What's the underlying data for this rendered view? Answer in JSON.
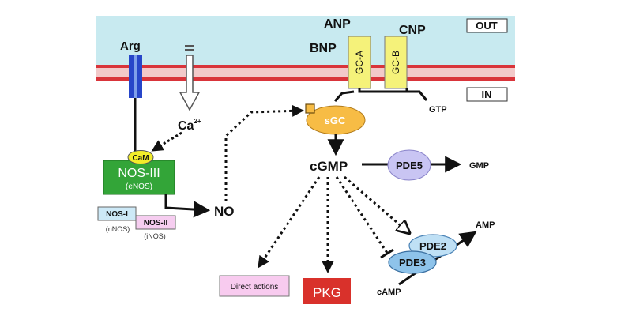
{
  "compartments": {
    "outside": "OUT",
    "inside": "IN"
  },
  "ligands": {
    "anp": "ANP",
    "bnp": "BNP",
    "cnp": "CNP",
    "arg": "Arg"
  },
  "receptors": {
    "gc_a": "GC-A",
    "gc_b": "GC-B"
  },
  "enzymes": {
    "sgc": "sGC",
    "nos3": "NOS-III",
    "nos3_sub": "(eNOS)",
    "cam": "CaM",
    "nos1": "NOS-I",
    "nos1_sub": "(nNOS)",
    "nos2": "NOS-II",
    "nos2_sub": "(iNOS)",
    "pde5": "PDE5",
    "pde2": "PDE2",
    "pde3": "PDE3"
  },
  "molecules": {
    "calcium": "Ca",
    "calcium_sup": "2+",
    "no": "NO",
    "cgmp": "cGMP",
    "gtp": "GTP",
    "gmp": "GMP",
    "amp": "AMP",
    "camp": "cAMP"
  },
  "effectors": {
    "pkg": "PKG",
    "direct_actions": "Direct actions"
  },
  "colors": {
    "extracellular": "#c8eaf0",
    "membrane_red": "#d9343a",
    "membrane_pink": "#f2c9c9",
    "receptor_yellow": "#f5f27a",
    "sgc_orange": "#f7bc45",
    "nos3_green": "#33a538",
    "cam_yellow": "#f2ec2a",
    "channel_blue": "#2746c9",
    "pde5_lavender": "#c9c5f3",
    "pde_blue": "#8ec3ea",
    "pkg_red": "#d9312b",
    "direct_pink": "#f8cbef",
    "nos1_blue": "#cde9f7",
    "nos2_pink": "#f6cdf0"
  }
}
